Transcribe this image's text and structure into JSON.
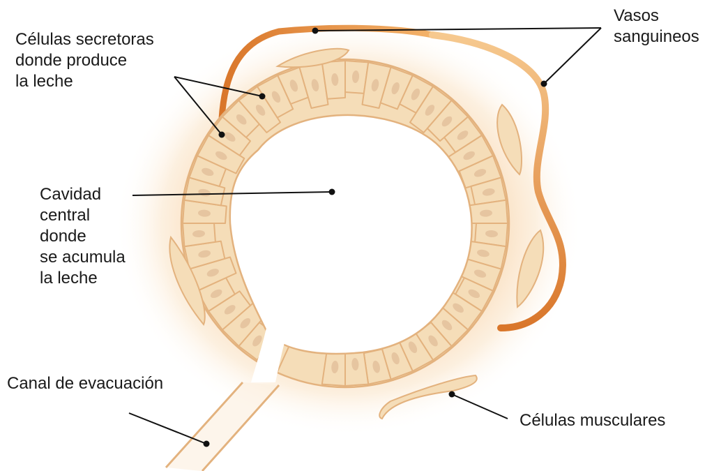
{
  "labels": {
    "secretory_cells": [
      "Células secretoras",
      "donde produce",
      "la leche"
    ],
    "blood_vessels": [
      "Vasos",
      "sanguineos"
    ],
    "central_cavity": [
      "Cavidad",
      "central",
      "donde",
      "se acumula",
      "la leche"
    ],
    "drain_canal": [
      "Canal de evacuación"
    ],
    "muscle_cells": [
      "Células musculares"
    ]
  },
  "colors": {
    "cell_fill": "#f5ddb8",
    "cell_stroke": "#e3b27e",
    "nucleus": "#e6c5a0",
    "glow": "#f3b26a",
    "vessel_light": "#f6c98f",
    "vessel_dark": "#d9762a",
    "leader_line": "#111111"
  }
}
